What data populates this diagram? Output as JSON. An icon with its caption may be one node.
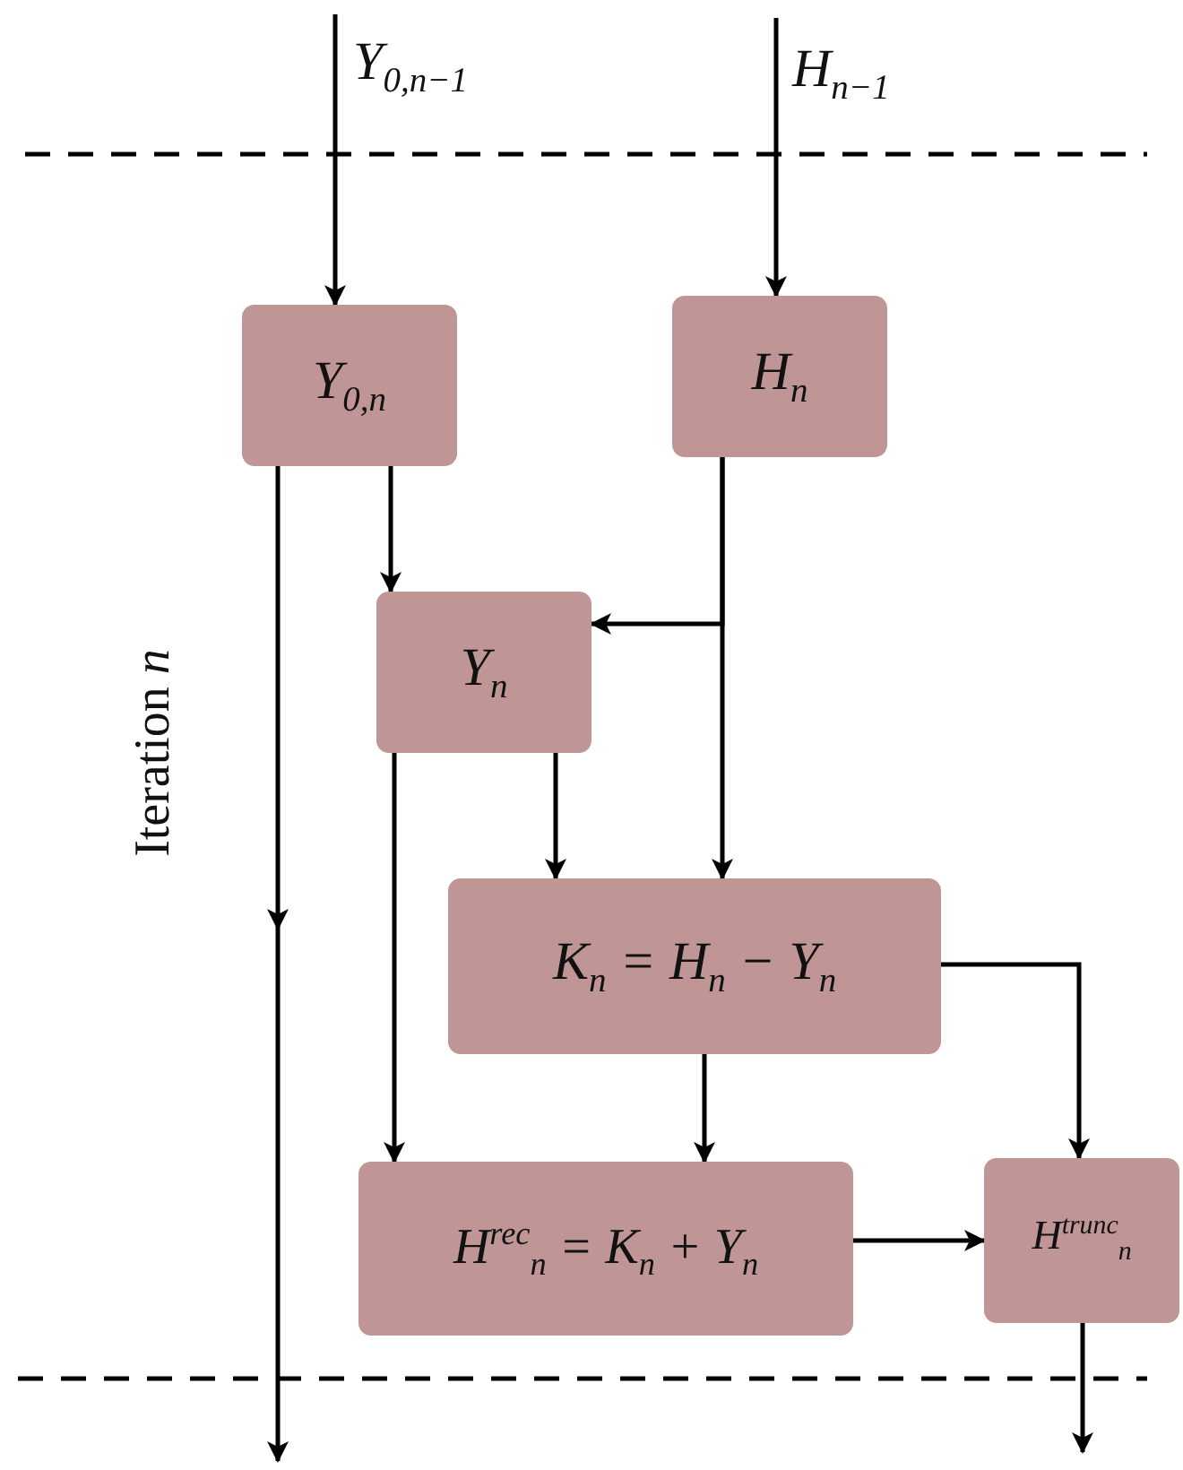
{
  "diagram": {
    "nodes": [
      {
        "text": [
          "Y$_{0,n}$"
        ]
      },
      {
        "text": [
          "H$_{n}$"
        ]
      },
      {
        "text": [
          "Y$_{n}$"
        ]
      },
      {
        "text": [
          "K$_{n}$ = H$_{n}$ − Y$_{n}$"
        ]
      },
      {
        "text": [
          "H$^{rec}$$_{n}$ = K$_{n}$ + Y$_{n}$"
        ]
      },
      {
        "text": [
          "H$^{trunc}$$_{n}$"
        ]
      }
    ],
    "edges": [
      {
        "from": null,
        "to": 0,
        "arrow": "to",
        "label": "Y$_{0,n−1}$"
      },
      {
        "from": null,
        "to": 1,
        "arrow": "to",
        "label": "H$_{n−1}$"
      },
      {
        "from": 0,
        "to": null,
        "arrow": "to"
      },
      {
        "from": 0,
        "to": 2,
        "arrow": "to"
      },
      {
        "from": 1,
        "to": 2,
        "arrow": "to"
      },
      {
        "from": 1,
        "to": 3,
        "arrow": "to"
      },
      {
        "from": 2,
        "to": 3,
        "arrow": "to"
      },
      {
        "from": 2,
        "to": 4,
        "arrow": "to"
      },
      {
        "from": 3,
        "to": 4,
        "arrow": "to"
      },
      {
        "from": 3,
        "to": 5,
        "arrow": "to"
      },
      {
        "from": 4,
        "to": 5,
        "arrow": "to"
      },
      {
        "from": 5,
        "to": null,
        "arrow": "to"
      }
    ],
    "labels": [
      "Iteration *n*"
    ]
  }
}
